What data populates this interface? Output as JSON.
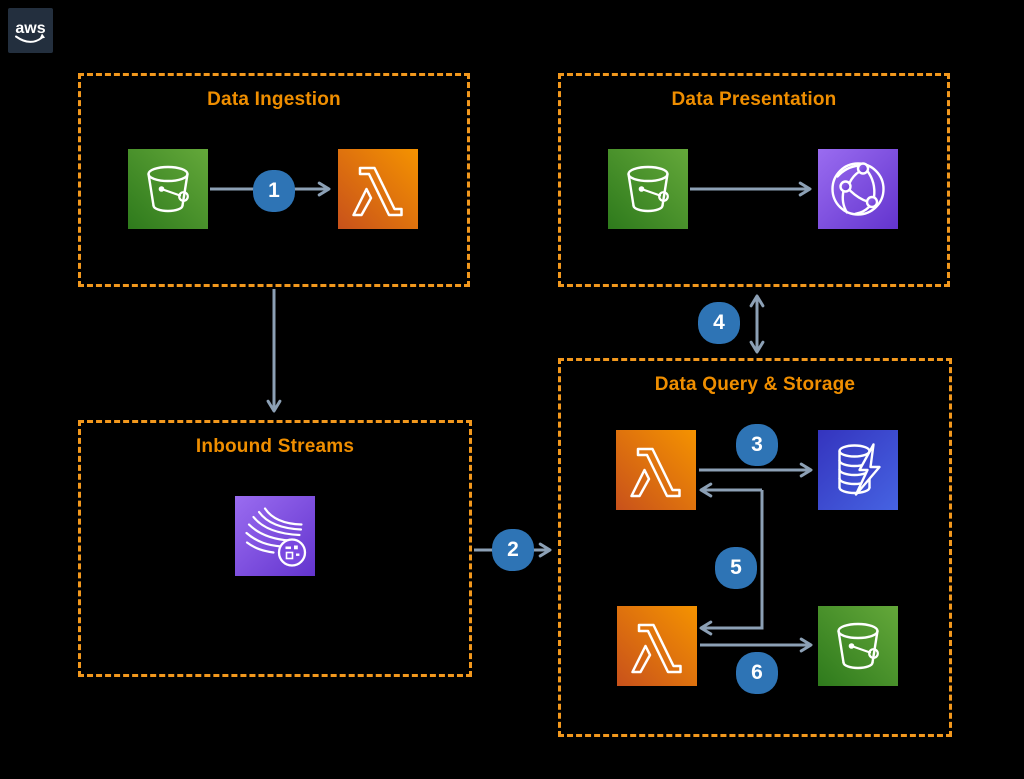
{
  "logo": {
    "label": "aws"
  },
  "groups": [
    {
      "title": "Data Ingestion"
    },
    {
      "title": "Data Presentation"
    },
    {
      "title": "Inbound Streams"
    },
    {
      "title": "Data Query & Storage"
    }
  ],
  "badges": [
    "1",
    "2",
    "3",
    "4",
    "5",
    "6"
  ],
  "icons": [
    {
      "name": "s3-bucket",
      "group": "Data Ingestion"
    },
    {
      "name": "lambda",
      "group": "Data Ingestion"
    },
    {
      "name": "s3-bucket",
      "group": "Data Presentation"
    },
    {
      "name": "cloudfront",
      "group": "Data Presentation"
    },
    {
      "name": "kinesis-data-firehose",
      "group": "Inbound Streams"
    },
    {
      "name": "lambda",
      "group": "Data Query & Storage"
    },
    {
      "name": "elasticache",
      "group": "Data Query & Storage"
    },
    {
      "name": "lambda",
      "group": "Data Query & Storage"
    },
    {
      "name": "s3-bucket",
      "group": "Data Query & Storage"
    }
  ],
  "connections": [
    {
      "badge": "1",
      "from": "s3-bucket-ingestion",
      "to": "lambda-ingestion"
    },
    {
      "badge": "",
      "from": "data-ingestion-group",
      "to": "inbound-streams-group"
    },
    {
      "badge": "",
      "from": "s3-bucket-presentation",
      "to": "cloudfront"
    },
    {
      "badge": "2",
      "from": "inbound-streams-group",
      "to": "data-query-storage-group"
    },
    {
      "badge": "3",
      "from": "lambda-query-top",
      "to": "elasticache"
    },
    {
      "badge": "4",
      "from": "data-presentation-group",
      "to": "data-query-storage-group",
      "bidirectional": true
    },
    {
      "badge": "5",
      "from": "lambda-query-bottom",
      "to": "lambda-query-top"
    },
    {
      "badge": "6",
      "from": "lambda-query-bottom",
      "to": "s3-bucket-query"
    }
  ],
  "colors": {
    "background": "#000000",
    "group_border": "#F2981D",
    "group_title": "#EF8E00",
    "badge": "#2E74B5",
    "arrow": "#8CA0B5",
    "logo_bg": "#232F3E"
  }
}
